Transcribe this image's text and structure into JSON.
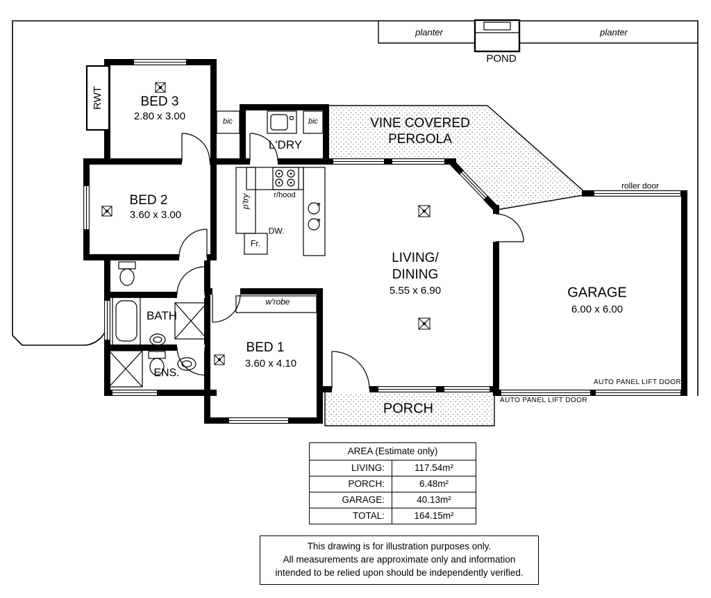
{
  "plan": {
    "planter_left": "planter",
    "planter_right": "planter",
    "pond": "POND",
    "rwt": "RWT",
    "vine_line1": "VINE COVERED",
    "vine_line2": "PERGOLA",
    "roller_door": "roller door",
    "auto_lift_right": "AUTO PANEL LIFT DOOR",
    "auto_lift_left": "AUTO PANEL LIFT DOOR",
    "bic_left": "bic",
    "bic_right": "bic",
    "wrobe": "w'robe",
    "ptry": "p'try",
    "rhood": "r/hood",
    "dw": "DW.",
    "fr": "Fr."
  },
  "rooms": {
    "bed3": {
      "name": "BED 3",
      "dims": "2.80 x 3.00"
    },
    "bed2": {
      "name": "BED 2",
      "dims": "3.60 x 3.00"
    },
    "bed1": {
      "name": "BED 1",
      "dims": "3.60 x 4.10"
    },
    "ldry": {
      "name": "L'DRY"
    },
    "living": {
      "line1": "LIVING/",
      "line2": "DINING",
      "dims": "5.55 x 6.90"
    },
    "garage": {
      "name": "GARAGE",
      "dims": "6.00 x 6.00"
    },
    "bath": {
      "name": "BATH"
    },
    "ens": {
      "name": "ENS."
    },
    "porch": {
      "name": "PORCH"
    }
  },
  "area_table": {
    "title": "AREA (Estimate only)",
    "rows": [
      {
        "label": "LIVING:",
        "value": "117.54m²"
      },
      {
        "label": "PORCH:",
        "value": "6.48m²"
      },
      {
        "label": "GARAGE:",
        "value": "40.13m²"
      },
      {
        "label": "TOTAL:",
        "value": "164.15m²"
      }
    ]
  },
  "disclaimer": {
    "line1": "This drawing is for illustration purposes only.",
    "line2": "All measurements are approximate only and information",
    "line3": "intended to be relied upon should be independently verified."
  }
}
